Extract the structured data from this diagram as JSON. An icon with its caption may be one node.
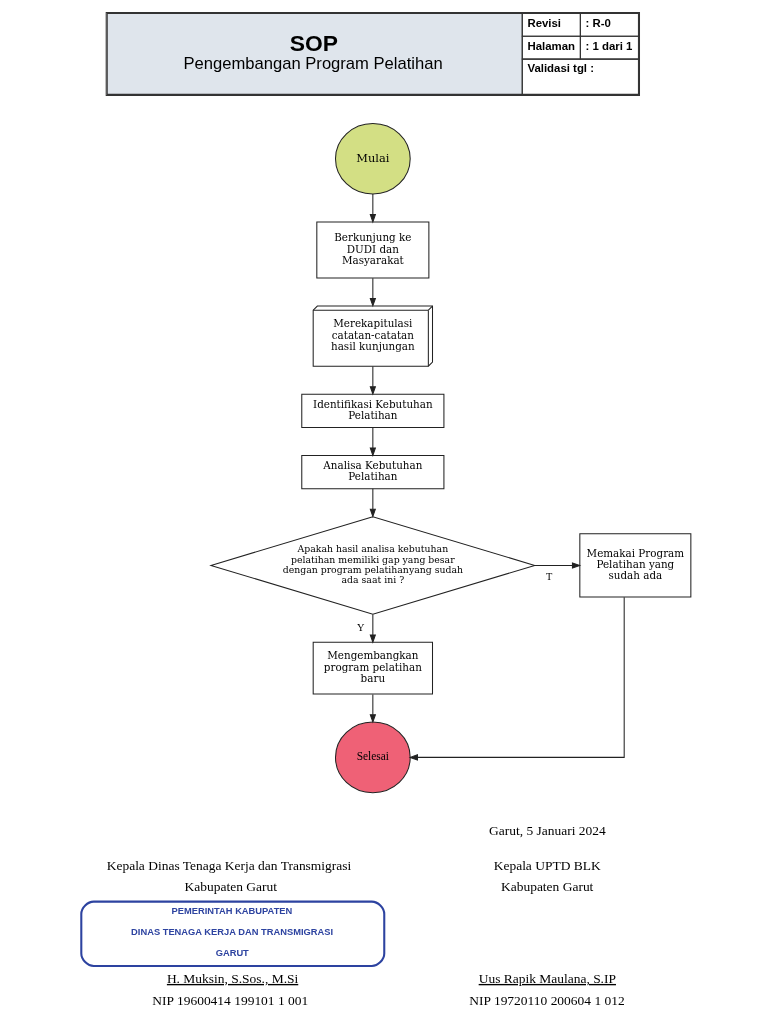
{
  "diagram": {
    "nodes": [
      {
        "text": [
          "Mulai"
        ]
      },
      {
        "text": [
          "Berkunjung ke DUDI dan Masyarakat"
        ]
      },
      {
        "text": [
          "Merekapitulasi catatan-catatan hasil kunjungan"
        ]
      },
      {
        "text": [
          "Identifikasi Kebutuhan Pelatihan"
        ]
      },
      {
        "text": [
          "Analisa Kebutuhan Pelatihan"
        ]
      },
      {
        "text": [
          "Apakah hasil analisa kebutuhan pelatihan memiliki gap yang besar dengan program pelatihanyang sudah ada saat ini ?"
        ]
      },
      {
        "text": [
          "Memakai Program Pelatihan yang sudah ada"
        ]
      },
      {
        "text": [
          "Mengembangkan program pelatihan baru"
        ]
      },
      {
        "text": [
          "Selesai"
        ]
      }
    ],
    "edges": [
      {
        "from": 0,
        "to": 1,
        "arrow": "to"
      },
      {
        "from": 1,
        "to": 2,
        "arrow": "to"
      },
      {
        "from": 2,
        "to": 3,
        "arrow": "to"
      },
      {
        "from": 3,
        "to": 4,
        "arrow": "to"
      },
      {
        "from": 4,
        "to": 5,
        "arrow": "to"
      },
      {
        "from": 5,
        "to": 6,
        "arrow": "to",
        "label": "T"
      },
      {
        "from": 5,
        "to": 7,
        "arrow": "to",
        "label": "Y"
      },
      {
        "from": 7,
        "to": 8,
        "arrow": "to"
      },
      {
        "from": 6,
        "to": 8,
        "arrow": "to"
      }
    ],
    "labels": [
      "SOP",
      "Pengembangan Program Pelatihan",
      "Revisi",
      ": R-0",
      "Halaman",
      ": 1 dari 1",
      "Validasi tgl :",
      "Garut, 5 Januari 2024",
      "Kepala Dinas Tenaga Kerja dan Transmigrasi",
      "Kabupaten Garut",
      "H. Muksin, S.Sos., M.Si",
      "NIP 19600414 199101 1 001",
      "Kepala UPTD BLK",
      "Kabupaten Garut",
      "Uus Rapik Maulana, S.IP",
      "NIP 19720110 200604 1 012",
      "PEMERINTAH KABUPATEN",
      "DINAS TENAGA KERJA DAN TRANSMIGRASI",
      "GARUT"
    ]
  }
}
